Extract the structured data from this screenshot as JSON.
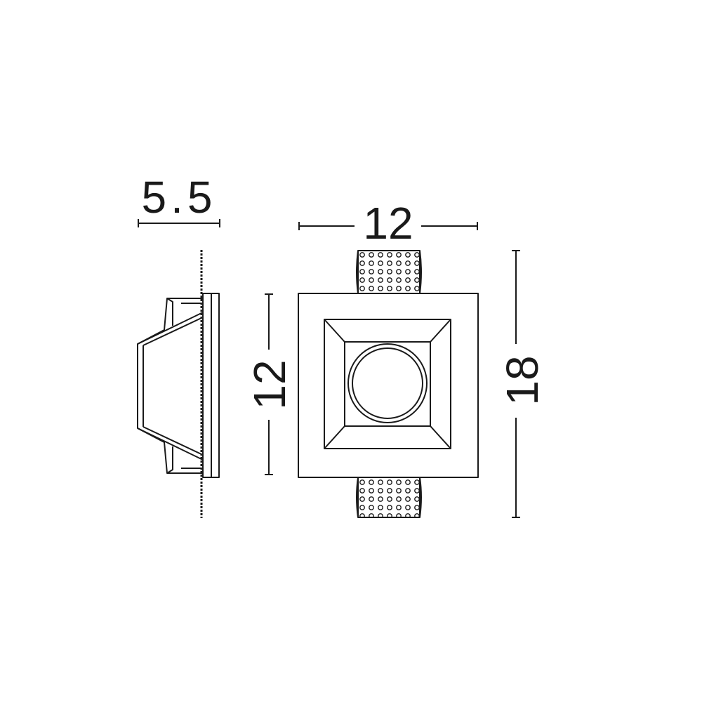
{
  "dimensions": {
    "side_depth": "5.5",
    "front_width": "12",
    "front_height": "12",
    "total_height": "18"
  },
  "colors": {
    "line": "#1a1a1a",
    "background": "#ffffff"
  }
}
